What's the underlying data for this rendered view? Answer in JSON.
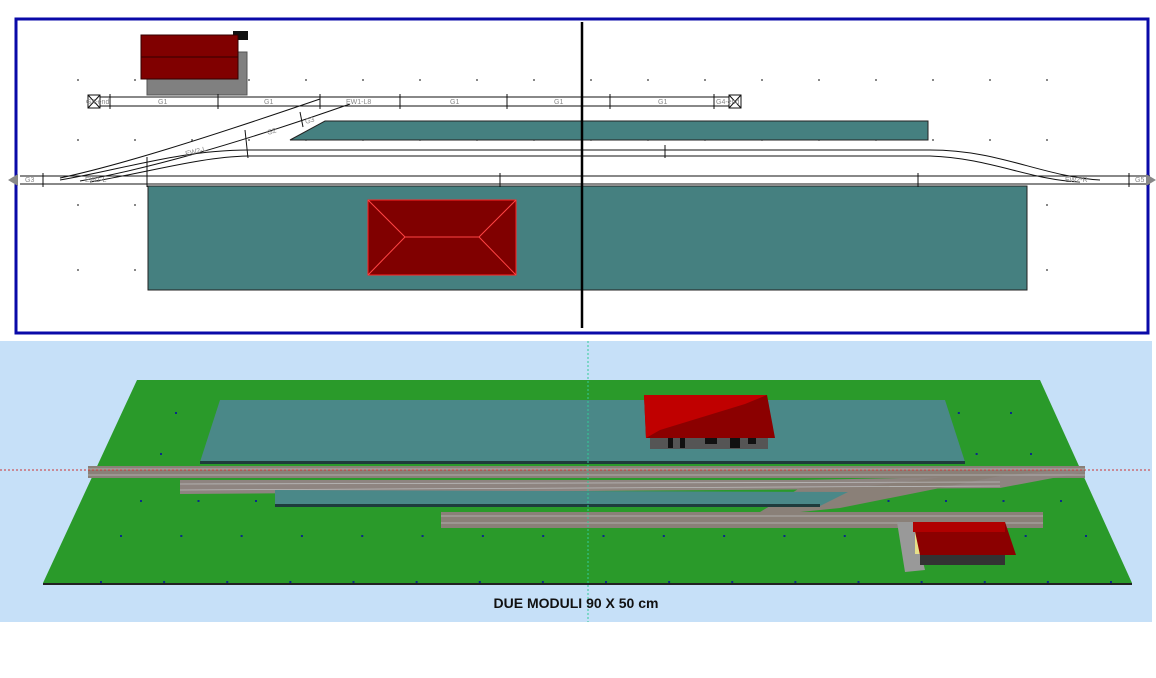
{
  "plan_view": {
    "track_labels": {
      "top_left_end": "G4-end",
      "top_1": "G1",
      "top_2": "G1",
      "top_turnout": "EW1-L8",
      "top_3": "G1",
      "top_4": "G1",
      "top_5": "G1",
      "top_right_end": "G4-end",
      "diag_g3": "G3",
      "diag_g2": "G2",
      "diag_turnout": "EW2-L",
      "main_left": "G3",
      "main_turnout_left": "EW1-L",
      "main_turnout_right": "EW2-R",
      "main_right": "G5"
    },
    "colors": {
      "frame": "#0a0aa8",
      "platform": "#458080",
      "roof": "#800000",
      "building": "#808080"
    }
  },
  "view3d": {
    "caption": "DUE MODULI 90 X 50 cm",
    "colors": {
      "sky": "#c6e0f8",
      "ground": "#2a9a2a",
      "platform": "#4a8888",
      "roof": "#8b0000"
    }
  }
}
